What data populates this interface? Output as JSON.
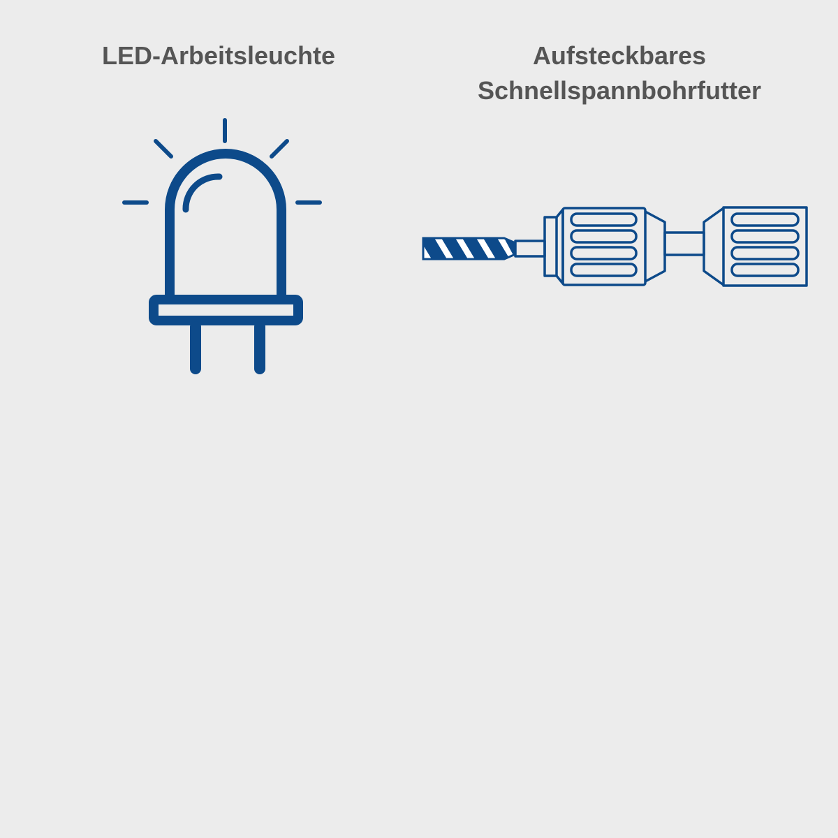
{
  "features": [
    {
      "title_lines": [
        "LED-Arbeitsleuchte"
      ],
      "icon": "led-icon"
    },
    {
      "title_lines": [
        "Aufsteckbares",
        "Schnellspannbohrfutter"
      ],
      "icon": "drill-chuck-icon"
    }
  ],
  "colors": {
    "background": "#ececec",
    "title_text": "#555555",
    "icon_stroke": "#0d4a8a"
  }
}
